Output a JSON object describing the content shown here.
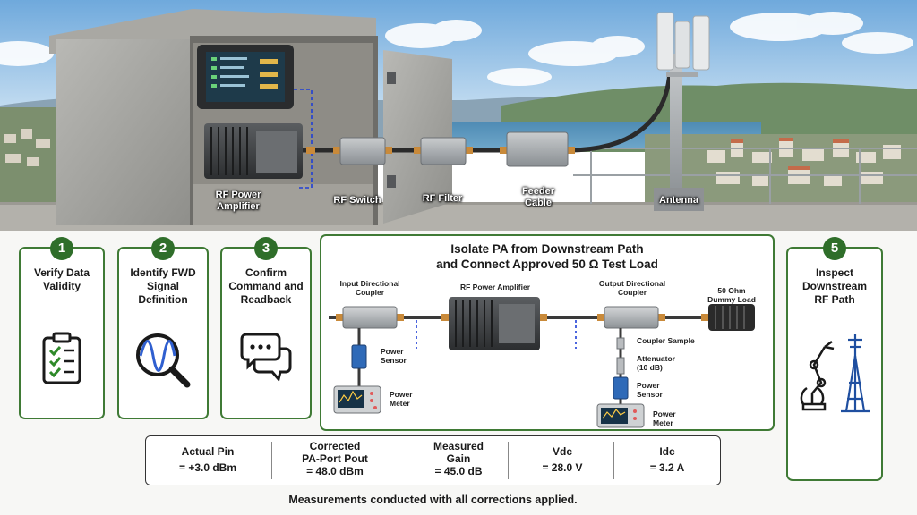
{
  "scene": {
    "labels": {
      "amplifier": "RF Power\nAmplifier",
      "switch": "RF Switch",
      "filter": "RF Filter",
      "feeder": "Feeder\nCable",
      "antenna": "Antenna"
    }
  },
  "steps": [
    {
      "number": "1",
      "title": "Verify Data\nValidity",
      "icon": "clipboard-check-icon"
    },
    {
      "number": "2",
      "title": "Identify FWD\nSignal\nDefinition",
      "icon": "magnifier-waveform-icon"
    },
    {
      "number": "3",
      "title": "Confirm\nCommand and\nReadback",
      "icon": "chat-bubbles-icon"
    },
    {
      "number": "5",
      "title": "Inspect\nDownstream\nRF Path",
      "icon": "robot-arm-tower-icon"
    }
  ],
  "chain": {
    "title": "Isolate PA from Downstream Path\nand Connect Approved 50 Ω Test Load",
    "labels": {
      "input_coupler": "Input Directional\nCoupler",
      "amplifier": "RF Power Amplifier",
      "output_coupler": "Output Directional\nCoupler",
      "dummy_load": "50 Ohm\nDummy Load",
      "power_sensor_left": "Power\nSensor",
      "power_meter_left": "Power\nMeter",
      "coupler_sample": "Coupler Sample",
      "attenuator": "Attenuator\n(10 dB)",
      "power_sensor_right": "Power\nSensor",
      "power_meter_right": "Power\nMeter"
    }
  },
  "measurements": [
    {
      "label": "Actual Pin",
      "value": "= +3.0 dBm"
    },
    {
      "label": "Corrected\nPA-Port Pout",
      "value": "= 48.0 dBm"
    },
    {
      "label": "Measured\nGain",
      "value": "= 45.0 dB"
    },
    {
      "label": "Vdc",
      "value": "= 28.0 V"
    },
    {
      "label": "Idc",
      "value": "= 3.2 A"
    }
  ],
  "footnote": "Measurements conducted with all corrections applied.",
  "colors": {
    "accent_green": "#3f7a35",
    "badge_green": "#2f6e2a",
    "dashed_blue": "#1f3fd6"
  }
}
